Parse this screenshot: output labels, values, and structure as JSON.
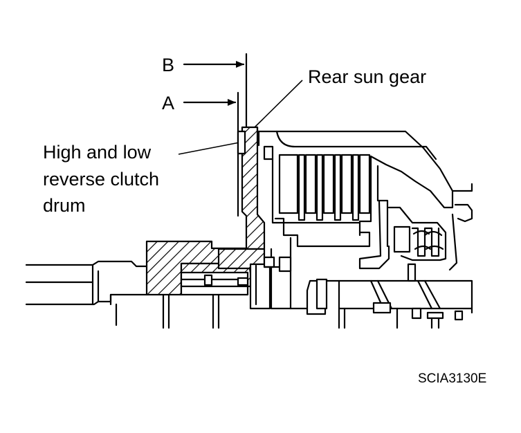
{
  "labels": {
    "b": "B",
    "a": "A",
    "rear_sun_gear": "Rear sun gear",
    "clutch_line1": "High and low",
    "clutch_line2": "reverse clutch",
    "clutch_line3": "drum",
    "figure_code": "SCIA3130E"
  },
  "colors": {
    "line": "#000000",
    "background": "#ffffff"
  }
}
